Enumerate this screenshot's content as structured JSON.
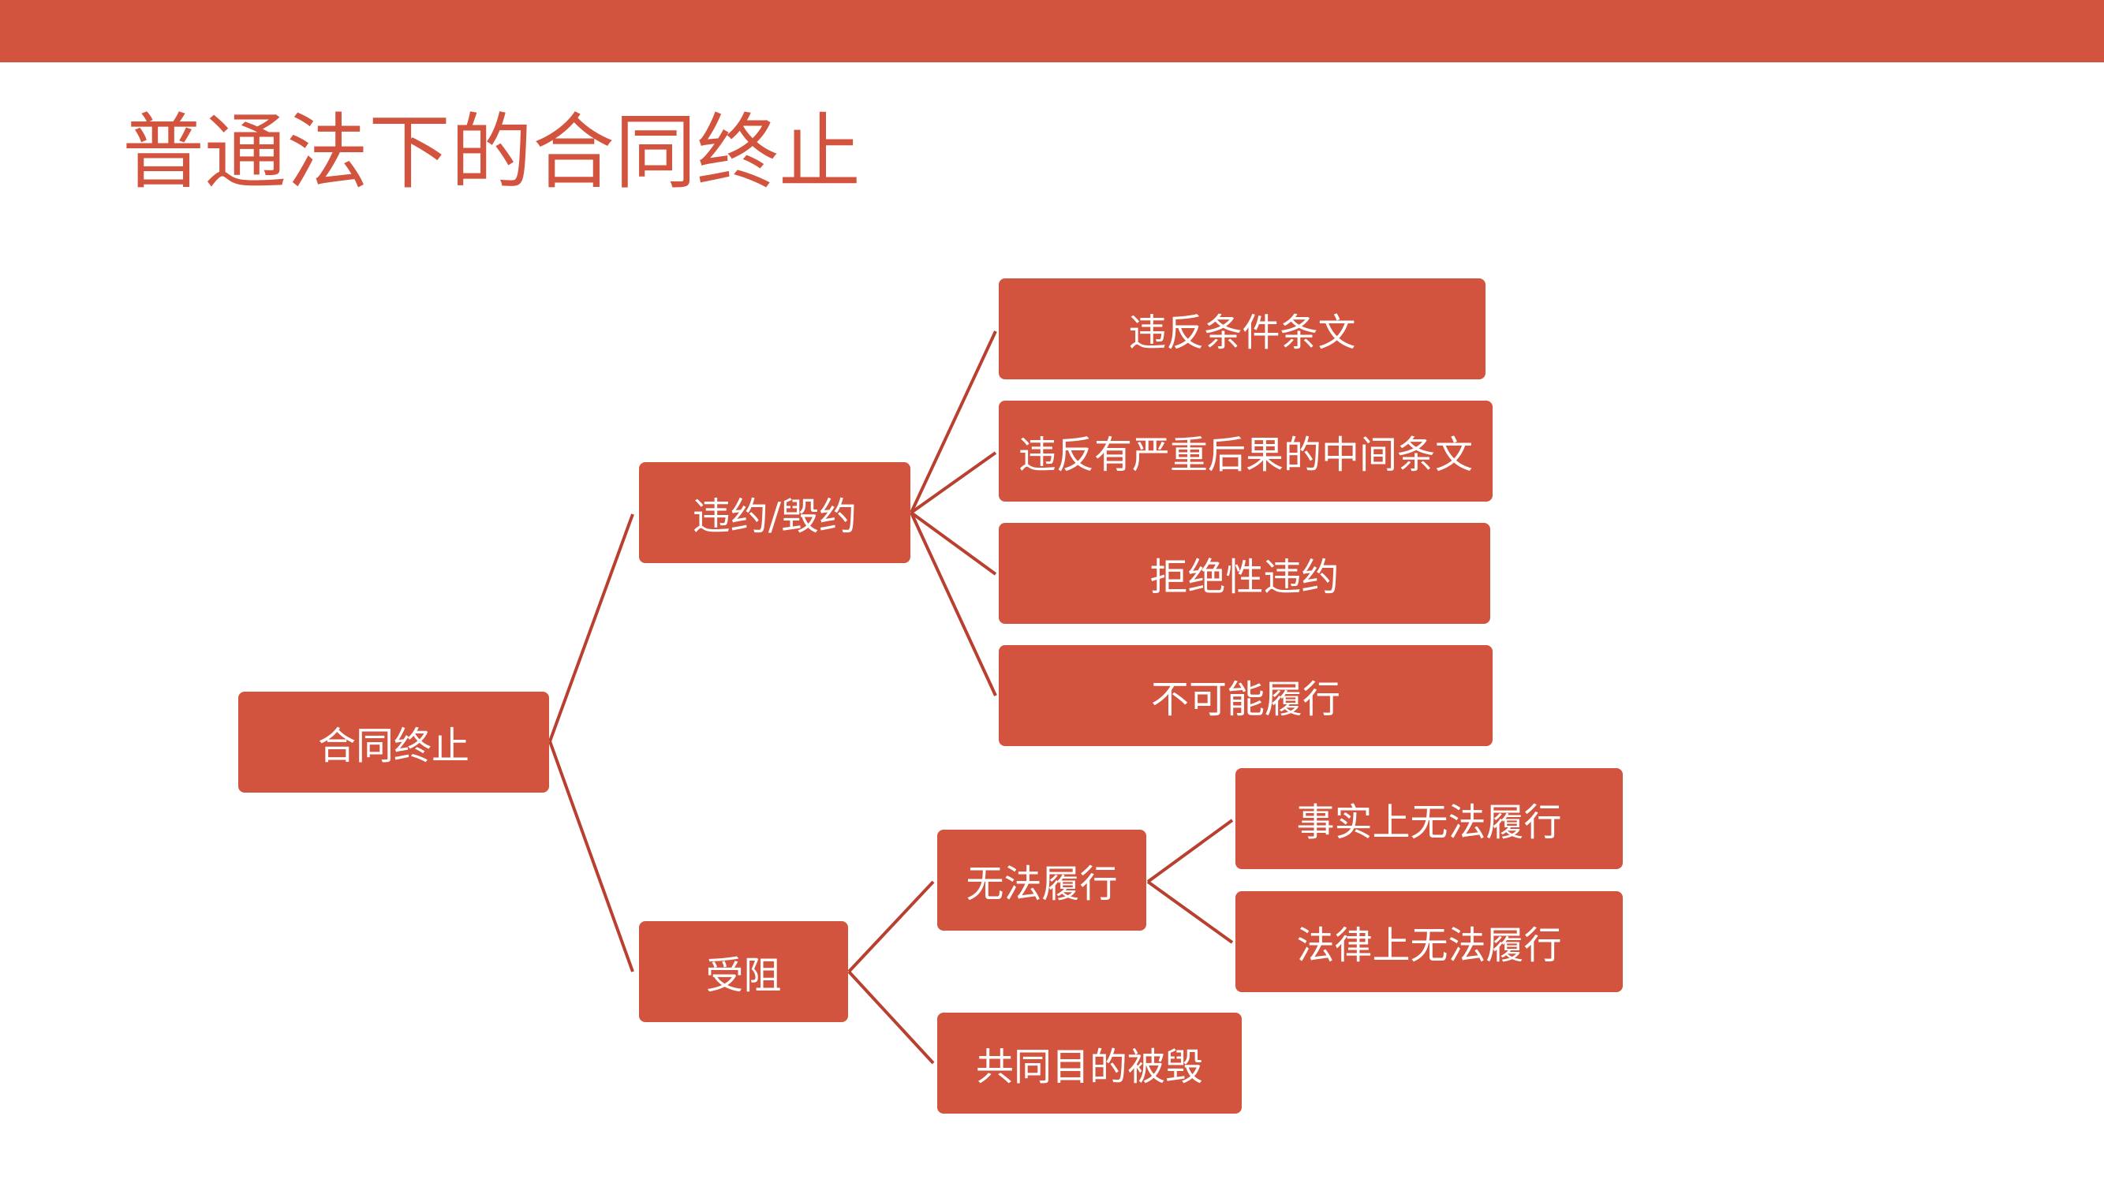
{
  "slide": {
    "title": "普通法下的合同终止",
    "accent_color": "#d2533e",
    "connector_color": "#b9402f"
  },
  "diagram": {
    "root": {
      "label": "合同终止",
      "children": [
        {
          "label": "违约/毁约",
          "children": [
            {
              "label": "违反条件条文"
            },
            {
              "label": "违反有严重后果的中间条文"
            },
            {
              "label": "拒绝性违约"
            },
            {
              "label": "不可能履行"
            }
          ]
        },
        {
          "label": "受阻",
          "children": [
            {
              "label": "无法履行",
              "children": [
                {
                  "label": "事实上无法履行"
                },
                {
                  "label": "法律上无法履行"
                }
              ]
            },
            {
              "label": "共同目的被毁"
            }
          ]
        }
      ]
    }
  }
}
